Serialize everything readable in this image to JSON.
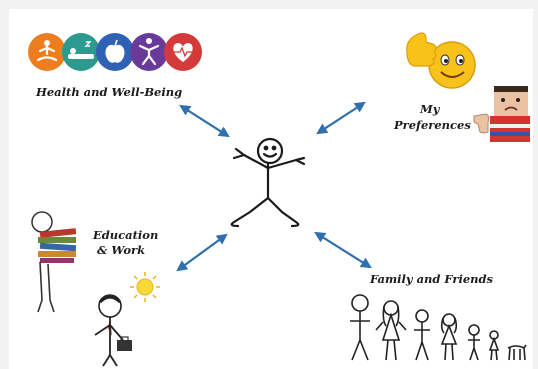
{
  "labels": {
    "health": "Health and Well-Being",
    "preferences_line1": "My",
    "preferences_line2": "Preferences",
    "education_line1": "Education",
    "education_line2": "& Work",
    "family": "Family and Friends"
  },
  "icons": {
    "health_row": [
      "meditation-icon",
      "sleep-icon",
      "apple-icon",
      "exercise-person-icon",
      "heart-rate-icon"
    ],
    "preferences": [
      "thumbs-up-emoji-icon",
      "thumbs-down-boy-icon"
    ],
    "education": [
      "book-stack-person-icon",
      "businessman-icon",
      "sun-icon"
    ],
    "family": [
      "stick-family-icon"
    ],
    "center": "stick-figure-person-icon"
  },
  "colors": {
    "health_circles": [
      "#ee7d1f",
      "#2e9a8f",
      "#2f62b5",
      "#6a3a9a",
      "#d43a3a"
    ],
    "arrow": "#2f6fae",
    "background": "#ffffff"
  }
}
